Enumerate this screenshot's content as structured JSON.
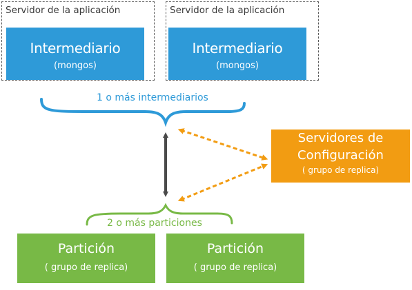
{
  "app_servers": [
    {
      "caption": "Servidor de la aplicación",
      "router": {
        "title": "Intermediario",
        "subtitle": "(mongos)"
      }
    },
    {
      "caption": "Servidor de la aplicación",
      "router": {
        "title": "Intermediario",
        "subtitle": "(mongos)"
      }
    }
  ],
  "routers_brace_label": "1 o más intermediarios",
  "config_servers": {
    "title_line1": "Servidores de",
    "title_line2": "Configuración",
    "subtitle": "( grupo de replica)"
  },
  "shards_brace_label": "2 o más particiones",
  "shards": [
    {
      "title": "Partición",
      "subtitle": "( grupo de replica)"
    },
    {
      "title": "Partición",
      "subtitle": "( grupo de replica)"
    }
  ],
  "colors": {
    "router": "#2e9ad8",
    "shard": "#78b946",
    "config": "#f29c12",
    "router_brace": "#2e9ad8",
    "shard_brace": "#78b946",
    "connector": "#4a4a4a"
  }
}
